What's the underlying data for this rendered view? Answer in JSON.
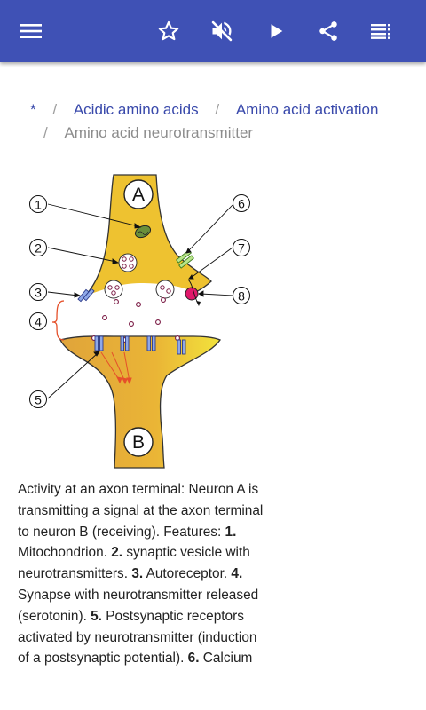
{
  "appbar": {
    "background": "#3f51b5",
    "icons": [
      "menu-icon",
      "star-outline-icon",
      "volume-off-icon",
      "play-icon",
      "share-icon",
      "list-icon"
    ]
  },
  "breadcrumb": {
    "root": "*",
    "separator": "/",
    "item1": "Acidic amino acids",
    "item2": "Amino acid activation",
    "current": "Amino acid neurotransmitter"
  },
  "figure": {
    "label_a": "A",
    "label_b": "B",
    "markers": [
      "1",
      "2",
      "3",
      "4",
      "5",
      "6",
      "7",
      "8"
    ]
  },
  "caption": {
    "intro": "Activity at an axon terminal: Neuron A is transmitting a signal at the axon terminal to neuron B (receiving). Features: ",
    "n1": "1.",
    "t1": " Mitochondrion. ",
    "n2": "2.",
    "t2": " synaptic vesicle with neurotransmitters. ",
    "n3": "3.",
    "t3": " Autoreceptor. ",
    "n4": "4.",
    "t4": " Synapse with neurotransmitter released (serotonin). ",
    "n5": "5.",
    "t5": " Postsynaptic receptors activated by neurotransmitter (induction of a postsynaptic potential). ",
    "n6": "6.",
    "t6": " Calcium"
  }
}
